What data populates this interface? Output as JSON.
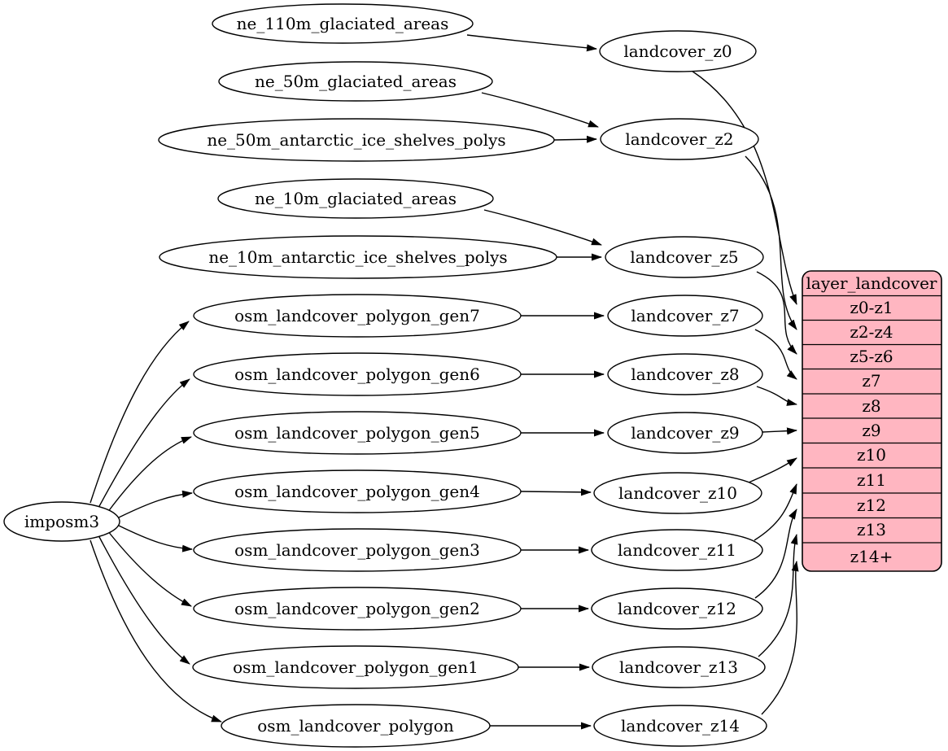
{
  "diagram": {
    "colors": {
      "background": "#ffffff",
      "node_fill": "#ffffff",
      "stroke": "#000000",
      "table_fill": "#ffb6c1"
    },
    "nodes": {
      "imposm3": "imposm3",
      "ne_110m_glaciated_areas": "ne_110m_glaciated_areas",
      "ne_50m_glaciated_areas": "ne_50m_glaciated_areas",
      "ne_50m_antarctic_ice_shelves_polys": "ne_50m_antarctic_ice_shelves_polys",
      "ne_10m_glaciated_areas": "ne_10m_glaciated_areas",
      "ne_10m_antarctic_ice_shelves_polys": "ne_10m_antarctic_ice_shelves_polys",
      "osm_landcover_polygon_gen7": "osm_landcover_polygon_gen7",
      "osm_landcover_polygon_gen6": "osm_landcover_polygon_gen6",
      "osm_landcover_polygon_gen5": "osm_landcover_polygon_gen5",
      "osm_landcover_polygon_gen4": "osm_landcover_polygon_gen4",
      "osm_landcover_polygon_gen3": "osm_landcover_polygon_gen3",
      "osm_landcover_polygon_gen2": "osm_landcover_polygon_gen2",
      "osm_landcover_polygon_gen1": "osm_landcover_polygon_gen1",
      "osm_landcover_polygon": "osm_landcover_polygon",
      "landcover_z0": "landcover_z0",
      "landcover_z2": "landcover_z2",
      "landcover_z5": "landcover_z5",
      "landcover_z7": "landcover_z7",
      "landcover_z8": "landcover_z8",
      "landcover_z9": "landcover_z9",
      "landcover_z10": "landcover_z10",
      "landcover_z11": "landcover_z11",
      "landcover_z12": "landcover_z12",
      "landcover_z13": "landcover_z13",
      "landcover_z14": "landcover_z14"
    },
    "table": {
      "title": "layer_landcover",
      "fill": "#ffb6c1",
      "rows": [
        "z0-z1",
        "z2-z4",
        "z5-z6",
        "z7",
        "z8",
        "z9",
        "z10",
        "z11",
        "z12",
        "z13",
        "z14+"
      ]
    },
    "edges": [
      {
        "from": "imposm3",
        "to": "osm_landcover_polygon_gen7"
      },
      {
        "from": "imposm3",
        "to": "osm_landcover_polygon_gen6"
      },
      {
        "from": "imposm3",
        "to": "osm_landcover_polygon_gen5"
      },
      {
        "from": "imposm3",
        "to": "osm_landcover_polygon_gen4"
      },
      {
        "from": "imposm3",
        "to": "osm_landcover_polygon_gen3"
      },
      {
        "from": "imposm3",
        "to": "osm_landcover_polygon_gen2"
      },
      {
        "from": "imposm3",
        "to": "osm_landcover_polygon_gen1"
      },
      {
        "from": "imposm3",
        "to": "osm_landcover_polygon"
      },
      {
        "from": "ne_110m_glaciated_areas",
        "to": "landcover_z0"
      },
      {
        "from": "ne_50m_glaciated_areas",
        "to": "landcover_z2"
      },
      {
        "from": "ne_50m_antarctic_ice_shelves_polys",
        "to": "landcover_z2"
      },
      {
        "from": "ne_10m_glaciated_areas",
        "to": "landcover_z5"
      },
      {
        "from": "ne_10m_antarctic_ice_shelves_polys",
        "to": "landcover_z5"
      },
      {
        "from": "osm_landcover_polygon_gen7",
        "to": "landcover_z7"
      },
      {
        "from": "osm_landcover_polygon_gen6",
        "to": "landcover_z8"
      },
      {
        "from": "osm_landcover_polygon_gen5",
        "to": "landcover_z9"
      },
      {
        "from": "osm_landcover_polygon_gen4",
        "to": "landcover_z10"
      },
      {
        "from": "osm_landcover_polygon_gen3",
        "to": "landcover_z11"
      },
      {
        "from": "osm_landcover_polygon_gen2",
        "to": "landcover_z12"
      },
      {
        "from": "osm_landcover_polygon_gen1",
        "to": "landcover_z13"
      },
      {
        "from": "osm_landcover_polygon",
        "to": "landcover_z14"
      },
      {
        "from": "landcover_z0",
        "to": "layer_landcover:z0-z1"
      },
      {
        "from": "landcover_z2",
        "to": "layer_landcover:z2-z4"
      },
      {
        "from": "landcover_z5",
        "to": "layer_landcover:z5-z6"
      },
      {
        "from": "landcover_z7",
        "to": "layer_landcover:z7"
      },
      {
        "from": "landcover_z8",
        "to": "layer_landcover:z8"
      },
      {
        "from": "landcover_z9",
        "to": "layer_landcover:z9"
      },
      {
        "from": "landcover_z10",
        "to": "layer_landcover:z10"
      },
      {
        "from": "landcover_z11",
        "to": "layer_landcover:z11"
      },
      {
        "from": "landcover_z12",
        "to": "layer_landcover:z12"
      },
      {
        "from": "landcover_z13",
        "to": "layer_landcover:z13"
      },
      {
        "from": "landcover_z14",
        "to": "layer_landcover:z14+"
      }
    ]
  }
}
